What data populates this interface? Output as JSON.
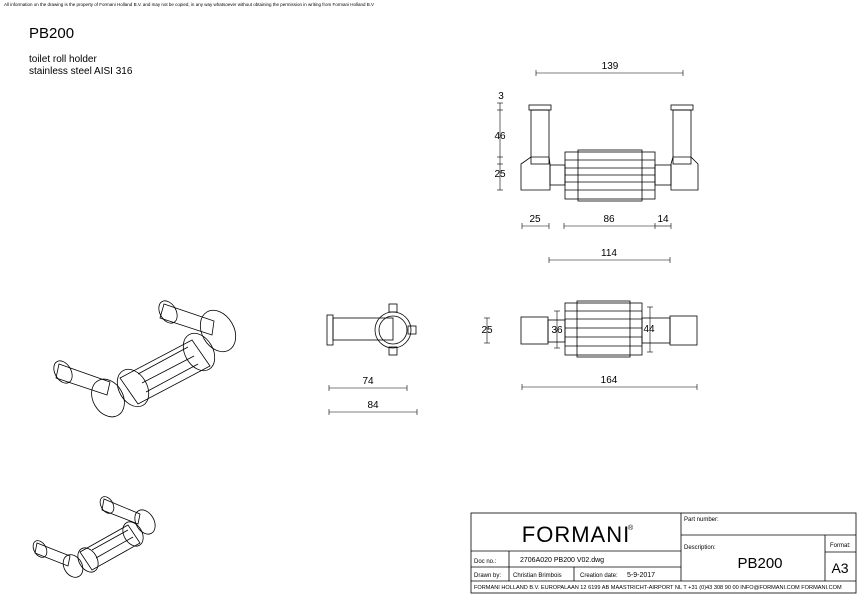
{
  "notice": "All information on the drawing is the property of Formani Holland B.V. and may not be copied, in any way whatsoever without obtaining the permission in writing from Formani Holland B.V",
  "header": {
    "part_code": "PB200",
    "description_line1": "toilet roll holder",
    "description_line2": "stainless steel AISI 316"
  },
  "dimensions": {
    "top_width": "139",
    "top_left_3": "3",
    "top_left_46": "46",
    "top_left_25": "25",
    "mid_25": "25",
    "mid_86": "86",
    "mid_14": "14",
    "mid_114": "114",
    "side_74": "74",
    "side_84": "84",
    "front_25": "25",
    "front_36": "36",
    "front_44": "44",
    "front_164": "164"
  },
  "title_block": {
    "brand": "FORMANI",
    "registered": "®",
    "part_number_label": "Part number:",
    "description_label": "Description:",
    "description_value": "PB200",
    "format_label": "Format:",
    "format_value": "A3",
    "doc_no_label": "Doc no.:",
    "doc_no_value": "2706A020 PB200 V02.dwg",
    "drawn_by_label": "Drawn by:",
    "drawn_by_value": "Christian Brimbois",
    "creation_date_label": "Creation date:",
    "creation_date_value": "5-9-2017",
    "footer": "FORMANI HOLLAND B.V.  EUROPALAAN 12  6199 AB MAASTRICHT-AIRPORT NL  T +31 (0)43 308 90 00 INFO@FORMANI.COM FORMANI.COM"
  }
}
